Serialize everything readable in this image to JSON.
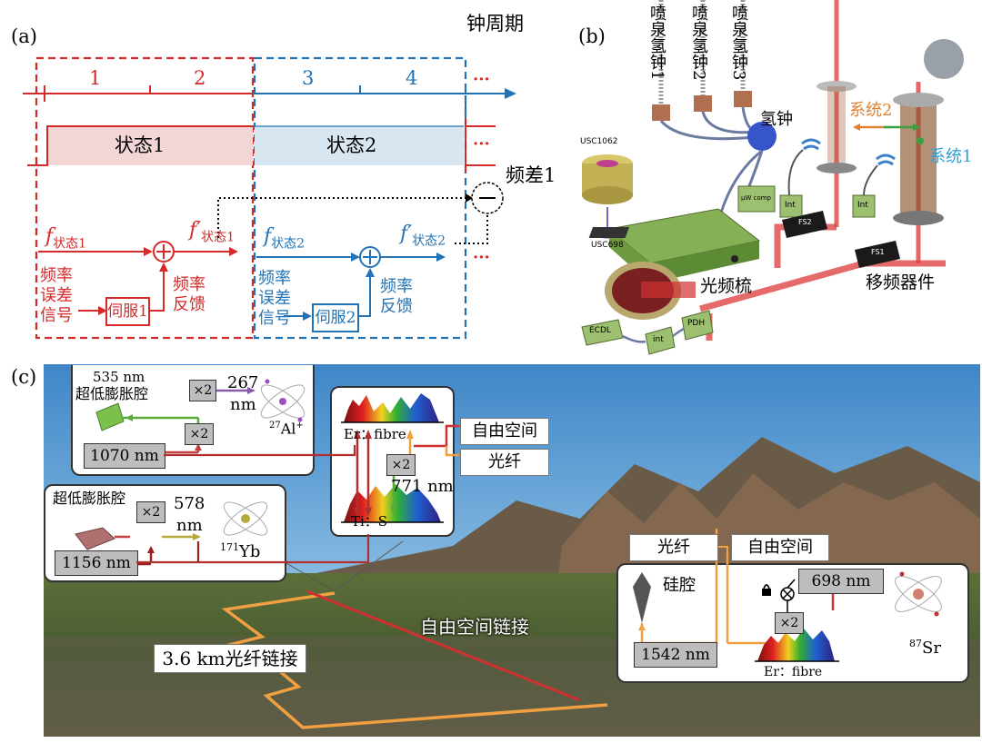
{
  "panel_a": {
    "label": "(a)",
    "clock_cycle": "钟周期",
    "ticks": [
      "1",
      "2",
      "3",
      "4"
    ],
    "ellipsis": "···",
    "state1": "状态1",
    "state2": "状态2",
    "freq_diff": "频差1",
    "minus": "−",
    "plus": "+",
    "f1_main": "f",
    "f1_sub": "状态1",
    "f1p_main": "f′",
    "f1p_sub": "状态1",
    "f2_main": "f",
    "f2_sub": "状态2",
    "f2p_main": "f′",
    "f2p_sub": "状态2",
    "error_signal": [
      "频率",
      "误差",
      "信号"
    ],
    "servo1": "伺服1",
    "servo2": "伺服2",
    "feedback": [
      "频率",
      "反馈"
    ]
  },
  "panel_b": {
    "label": "(b)",
    "fountain": [
      "喷泉氢钟1",
      "喷泉氢钟2",
      "喷泉氢钟3"
    ],
    "hmaser": "氢钟",
    "system2": "系统2",
    "system1": "系统1",
    "usc1062": "USC1062",
    "usc698": "USC698",
    "uw_comp": "μW comp",
    "int": "Int",
    "int_lower": "int",
    "fs2": "FS2",
    "fs1": "FS1",
    "comb": "光频梳",
    "shifter": "移频器件",
    "ecdl": "ECDL",
    "pdh": "PDH"
  },
  "panel_c": {
    "label": "(c)",
    "al": {
      "cavity_nm": "535 nm",
      "cavity": "超低膨胀腔",
      "x2_top": "×2",
      "x2_bot": "×2",
      "uv": "267",
      "uv_unit": "nm",
      "ion_mass": "27",
      "ion": "Al",
      "ion_charge": "+",
      "laser": "1070 nm"
    },
    "yb": {
      "cavity": "超低膨胀腔",
      "x2": "×2",
      "wl": "578",
      "wl_unit": "nm",
      "mass": "171",
      "atom": "Yb",
      "laser": "1156 nm"
    },
    "comb": {
      "er": "Er：fibre",
      "ti": "Ti：S",
      "x2": "×2",
      "wl": "771 nm",
      "free_space": "自由空间",
      "fiber": "光纤"
    },
    "sr": {
      "fiber": "光纤",
      "free_space": "自由空间",
      "cavity": "硅腔",
      "laser698": "698 nm",
      "x2": "×2",
      "laser1542": "1542 nm",
      "er": "Er：fibre",
      "mass": "87",
      "atom": "Sr"
    },
    "free_space_link": "自由空间链接",
    "fiber_link": "3.6 km光纤链接"
  },
  "colors": {
    "red": "#d42a2a",
    "blue": "#2273b5",
    "orange": "#f0a040",
    "green": "#5aab3c",
    "purple": "#8b5aa8",
    "olive": "#b8a840",
    "darkred": "#9b2020"
  }
}
